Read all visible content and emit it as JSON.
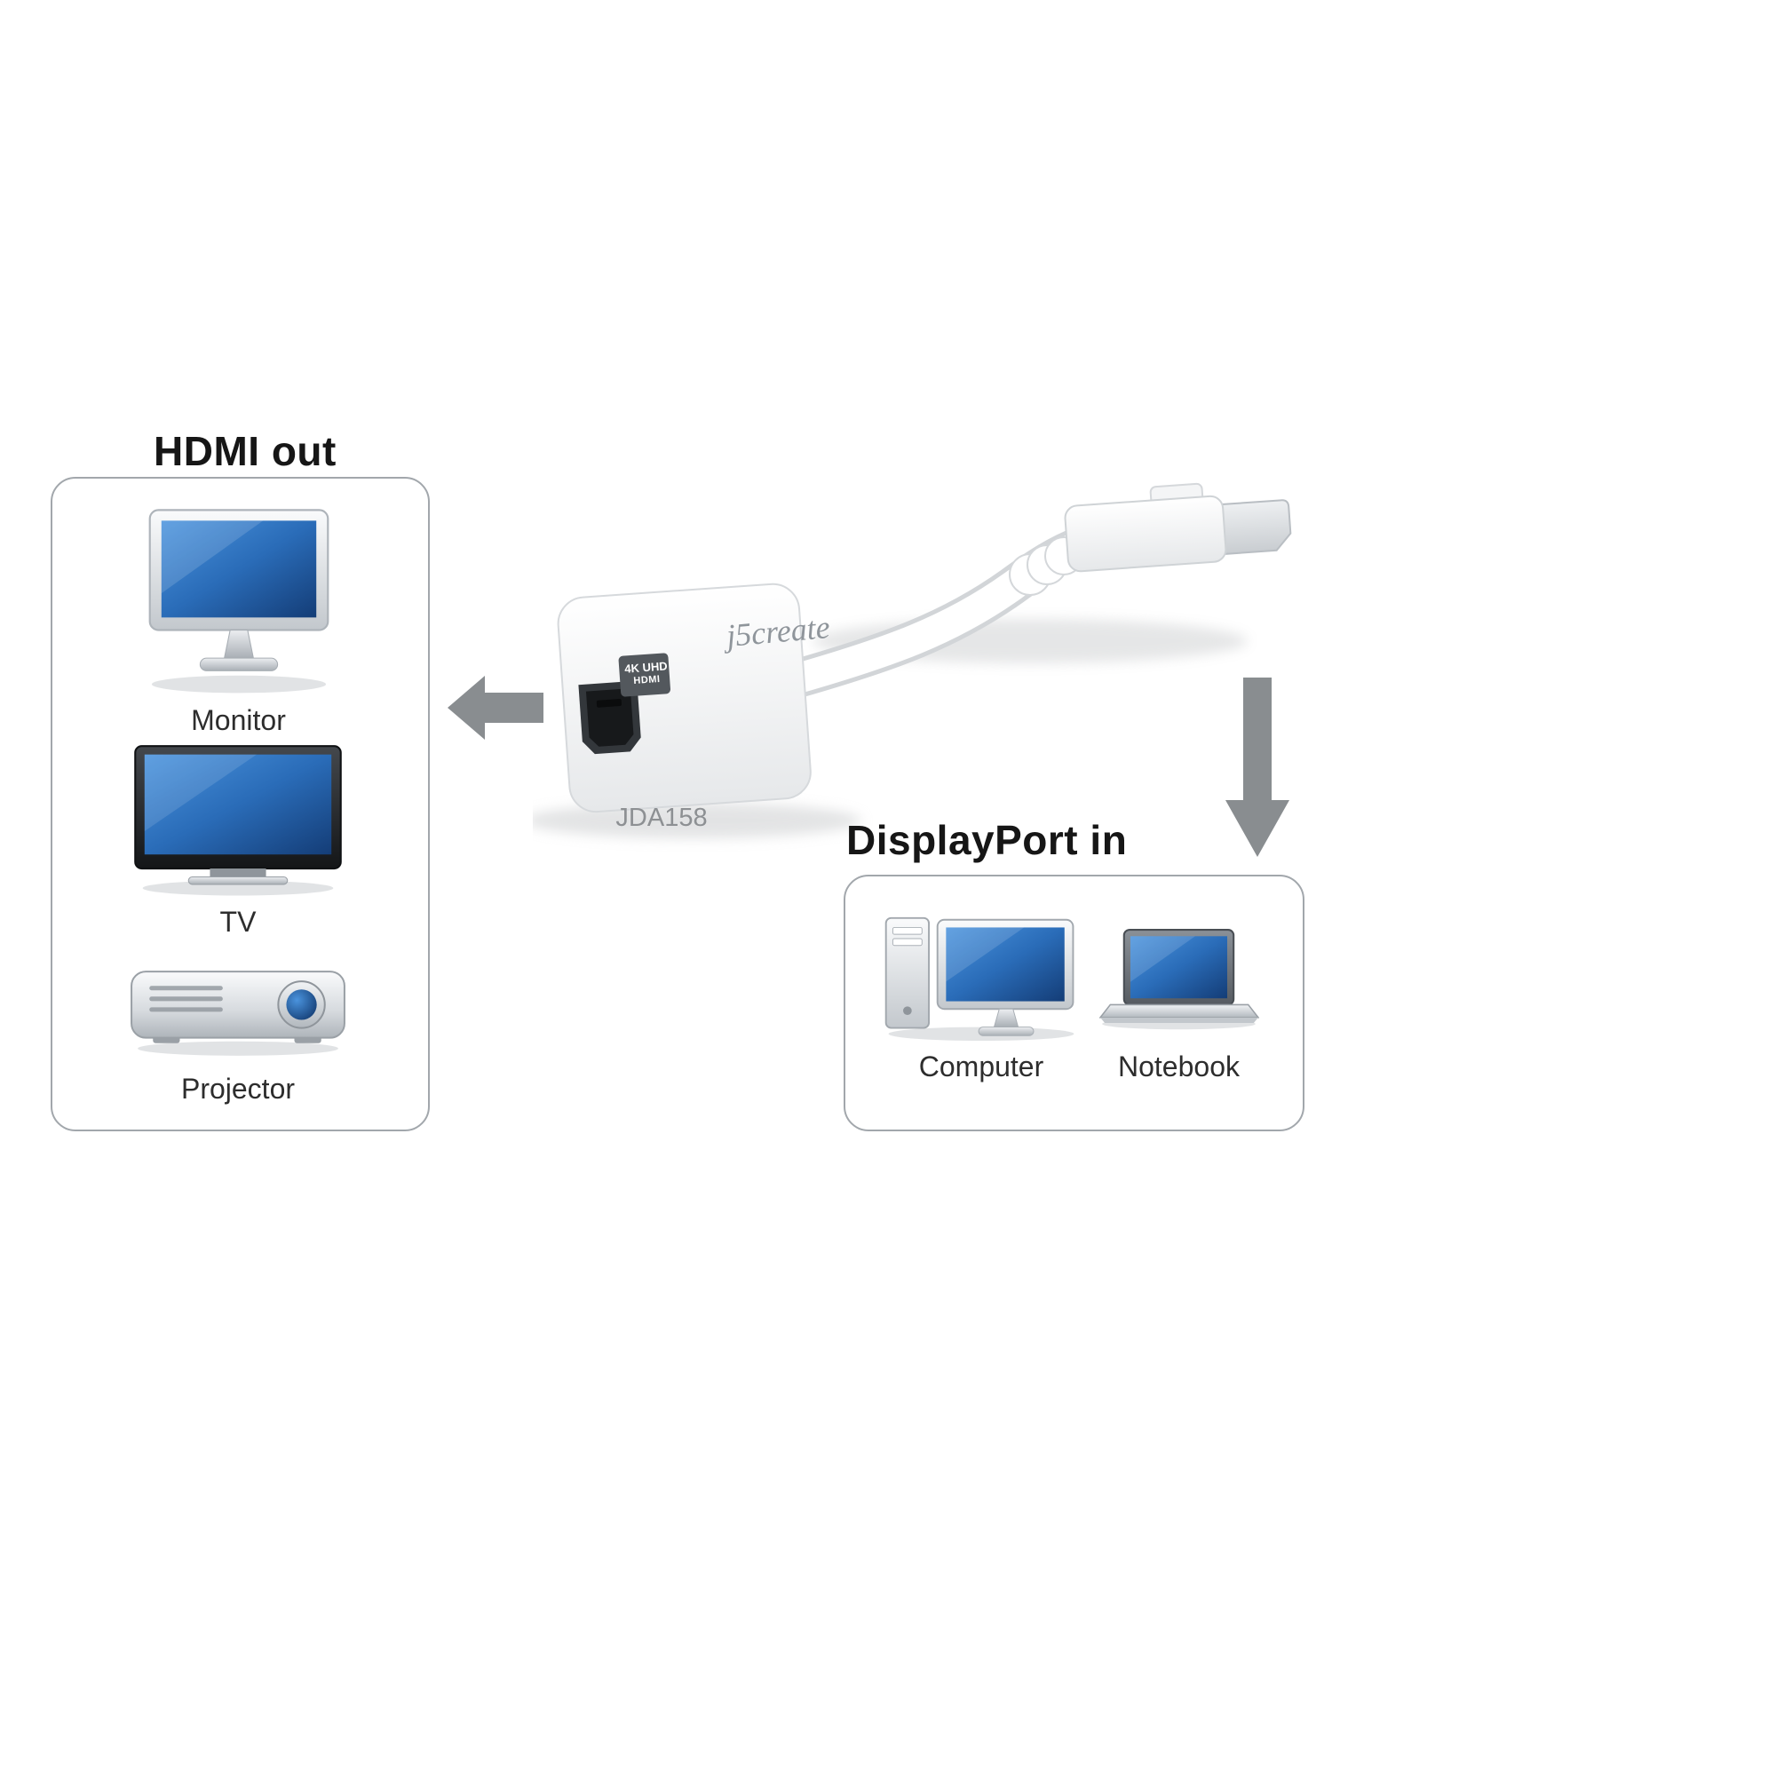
{
  "hdmi_section": {
    "title": "HDMI out",
    "devices": [
      {
        "label": "Monitor"
      },
      {
        "label": "TV"
      },
      {
        "label": "Projector"
      }
    ]
  },
  "product": {
    "model": "JDA158",
    "brand": "j5create",
    "badge_line1": "4K UHD",
    "badge_line2": "HDMI"
  },
  "displayport_section": {
    "title": "DisplayPort in",
    "devices": [
      {
        "label": "Computer"
      },
      {
        "label": "Notebook"
      }
    ]
  },
  "colors": {
    "screen_blue_light": "#4a93dd",
    "screen_blue_dark": "#143d77",
    "arrow_gray": "#898d90",
    "box_border_gray": "#a2a7ac",
    "model_text_gray": "#8d9093"
  }
}
